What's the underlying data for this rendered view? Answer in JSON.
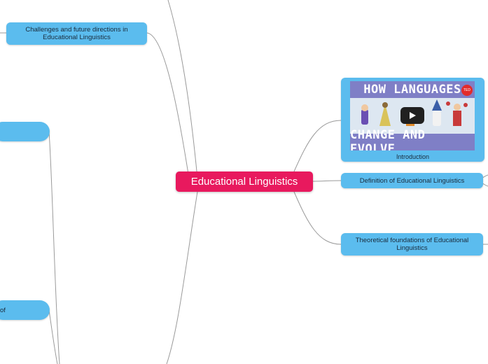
{
  "root": {
    "label": "Educational Linguistics"
  },
  "nodes": {
    "challenges": "Challenges and future directions in Educational Linguistics",
    "definition": "Definition of Educational Linguistics",
    "theoretical": "Theoretical foundations of Educational Linguistics",
    "partial_left": "of"
  },
  "media": {
    "caption": "Introduction",
    "thumbnail_title_top": "HOW LANGUAGES",
    "thumbnail_title_bottom": "CHANGE AND EVOLVE",
    "thumbnail_badge": "TED"
  },
  "colors": {
    "root_bg": "#e8195e",
    "node_bg": "#5bbcee",
    "connector": "#9a9a9a"
  }
}
